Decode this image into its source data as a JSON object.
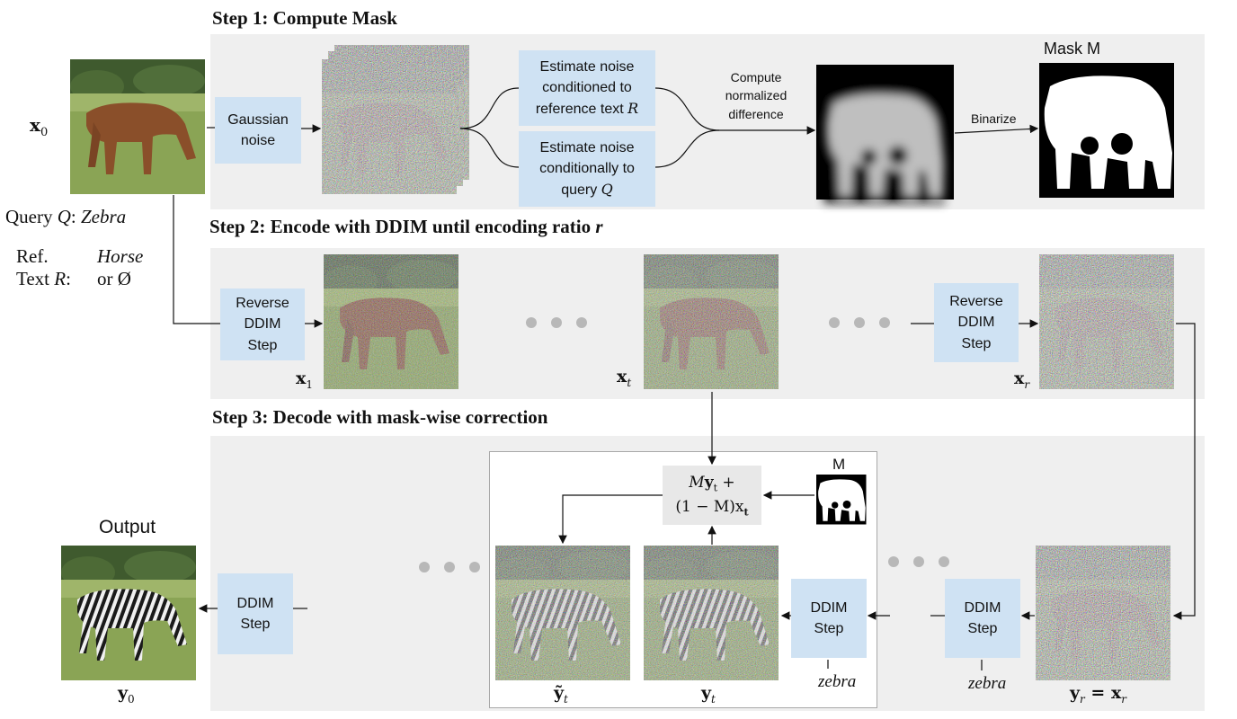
{
  "steps": {
    "step1": "Step 1: Compute Mask",
    "step2_prefix": "Step 2: Encode with DDIM until encoding ratio ",
    "step2_var": "r",
    "step3": "Step 3: Decode with mask-wise correction"
  },
  "inputs": {
    "x0_sym": "x",
    "x0_sub": "0",
    "query_prefix": "Query ",
    "query_var": "Q",
    "query_colon": ": ",
    "query_value": "Zebra",
    "ref_line1": "Ref.",
    "ref_line2_prefix": "Text ",
    "ref_var": "R",
    "ref_colon": ":",
    "ref_value": "Horse",
    "ref_or": "or Ø"
  },
  "boxes": {
    "gaussian": "Gaussian noise",
    "estimate_ref_line1": "Estimate noise",
    "estimate_ref_line2": "conditioned to",
    "estimate_ref_line3": "reference text ",
    "estimate_ref_var": "R",
    "estimate_query_line1": "Estimate noise",
    "estimate_query_line2": "conditionally to",
    "estimate_query_line3": "query ",
    "estimate_query_var": "Q",
    "reverse_ddim_1": "Reverse DDIM Step",
    "reverse_ddim_2": "Reverse DDIM Step",
    "ddim_out": "DDIM Step",
    "ddim_inner": "DDIM Step",
    "ddim_right": "DDIM Step"
  },
  "annotations": {
    "compute_line1": "Compute",
    "compute_line2": "normalized",
    "compute_line3": "difference",
    "binarize": "Binarize",
    "mask_title": "Mask M",
    "mask_small": "M",
    "output": "Output",
    "zebra1": "zebra",
    "zebra2": "zebra"
  },
  "formula": {
    "line1": "My",
    "line1_sub": "t",
    "line1_tail": " +",
    "line2": "(1 − M)x",
    "line2_sub": "t"
  },
  "image_labels": {
    "x1": "x",
    "x1_sub": "1",
    "xt": "x",
    "xt_sub": "t",
    "xr": "x",
    "xr_sub": "r",
    "y0": "y",
    "y0_sub": "0",
    "ytilde": "ỹ",
    "ytilde_sub": "t",
    "yt": "y",
    "yt_sub": "t",
    "yr": "y",
    "yr_sub": "r",
    "yr_eq": " = x",
    "yr_eq_sub": "r"
  },
  "colors": {
    "panel_bg": "#efefef",
    "box_fill": "#cfe2f3",
    "dot_gray": "#b8b8b8",
    "grass": "#7f9a4d",
    "trees": "#3f5a2e",
    "horse": "#8a4f2a"
  }
}
